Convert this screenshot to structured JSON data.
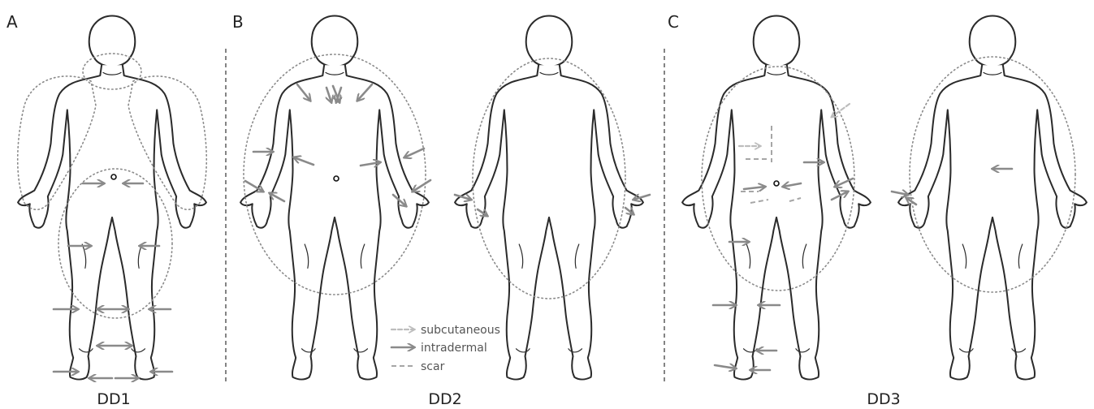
{
  "panels": [
    {
      "letter": "A",
      "caption": "DD1"
    },
    {
      "letter": "B",
      "caption": "DD2"
    },
    {
      "letter": "C",
      "caption": "DD3"
    }
  ],
  "legend": {
    "items": [
      {
        "label": "subcutaneous",
        "style": "dashed-arrow",
        "color": "#bdbdbd"
      },
      {
        "label": "intradermal",
        "style": "solid-arrow",
        "color": "#8a8a8a"
      },
      {
        "label": "scar",
        "style": "dashed-line",
        "color": "#a6a6a6"
      }
    ]
  },
  "colors": {
    "outline": "#2b2b2b",
    "intradermal": "#8a8a8a",
    "subcutaneous": "#bdbdbd",
    "zone": "#8a8a8a"
  }
}
